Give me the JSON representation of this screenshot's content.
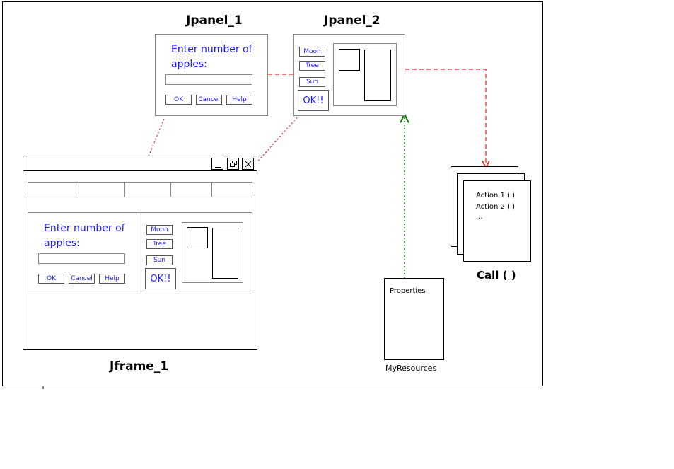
{
  "panel1": {
    "title": "Jpanel_1",
    "prompt_line1": "Enter number of",
    "prompt_line2": "apples:",
    "ok": "OK",
    "cancel": "Cancel",
    "help": "Help"
  },
  "panel2": {
    "title": "Jpanel_2",
    "moon": "Moon",
    "tree": "Tree",
    "sun": "Sun",
    "ok": "OK!!"
  },
  "frame": {
    "title": "Jframe_1",
    "prompt_line1": "Enter number of",
    "prompt_line2": "apples:",
    "ok": "OK",
    "cancel": "Cancel",
    "help": "Help",
    "moon": "Moon",
    "tree": "Tree",
    "sun": "Sun",
    "ok2": "OK!!"
  },
  "call": {
    "title": "Call ( )",
    "action1": "Action 1 ( )",
    "action2": "Action 2 ( )",
    "more": "..."
  },
  "resources": {
    "doc_text": "Properties",
    "label": "MyResources"
  },
  "colors": {
    "link_red": "#dd2222",
    "link_green": "#118811",
    "button_text": "#1a1aff"
  }
}
